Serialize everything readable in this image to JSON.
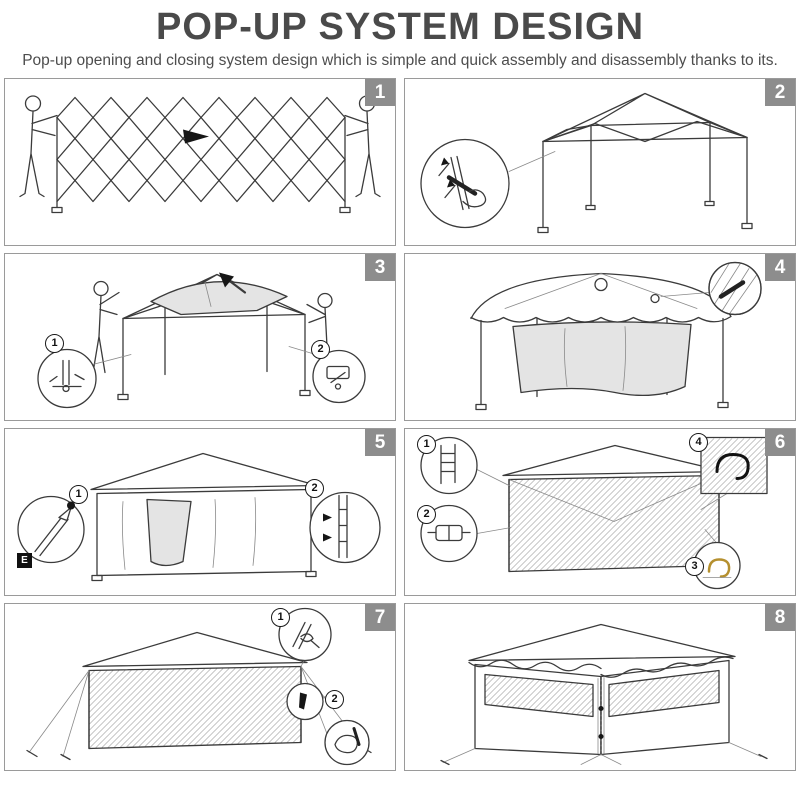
{
  "header": {
    "title": "POP-UP SYSTEM DESIGN",
    "subtitle": "Pop-up opening and closing system design which is simple and quick assembly and disassembly thanks to its."
  },
  "steps": [
    {
      "number": "1"
    },
    {
      "number": "2"
    },
    {
      "number": "3"
    },
    {
      "number": "4"
    },
    {
      "number": "5"
    },
    {
      "number": "6"
    },
    {
      "number": "7"
    },
    {
      "number": "8"
    }
  ],
  "callouts": {
    "step3": {
      "c1": "1",
      "c2": "2"
    },
    "step5": {
      "c1": "1",
      "c2": "2",
      "part_label": "E"
    },
    "step6": {
      "c1": "1",
      "c2": "2",
      "c3": "3",
      "c4": "4"
    },
    "step7": {
      "c1": "1",
      "c2": "2"
    }
  },
  "colors": {
    "badge_gray": "#8d8d8d",
    "title_gray": "#4a4a4a",
    "line_art": "#3b3b3b"
  }
}
